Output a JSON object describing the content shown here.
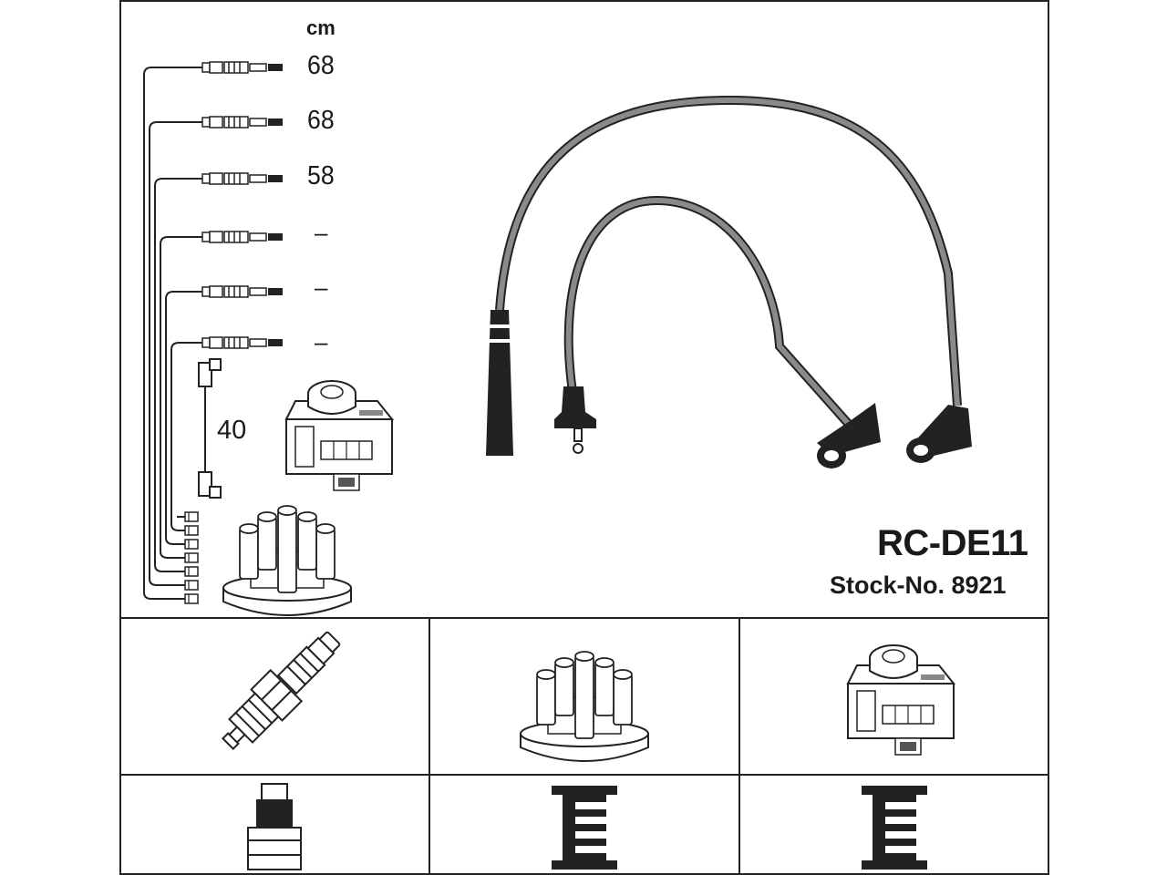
{
  "unit_label": "cm",
  "cable_lengths": [
    "68",
    "68",
    "58",
    "–",
    "–",
    "–"
  ],
  "coil_lead_length": "40",
  "product_code": "RC-DE11",
  "stock_number": "Stock-No. 8921",
  "icons": [
    "spark-plug-icon",
    "distributor-cap-icon",
    "ignition-coil-icon",
    "plug-boot-icon",
    "cap-connector-icon",
    "coil-connector-icon"
  ]
}
